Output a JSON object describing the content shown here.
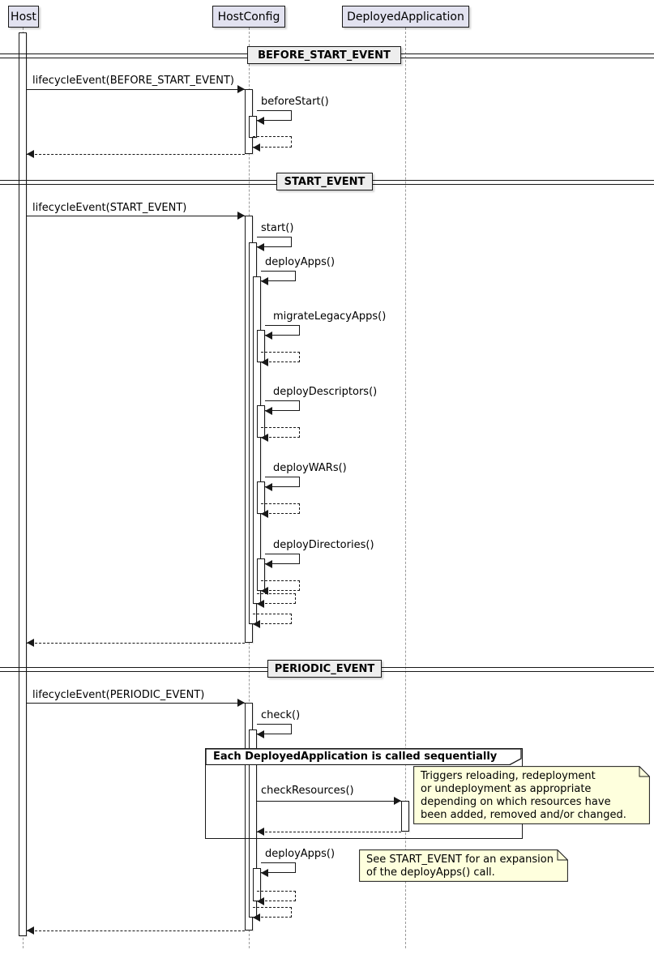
{
  "diagram": {
    "type": "uml-sequence",
    "participants": [
      {
        "name": "Host"
      },
      {
        "name": "HostConfig"
      },
      {
        "name": "DeployedApplication"
      }
    ],
    "dividers": [
      {
        "title": "BEFORE_START_EVENT"
      },
      {
        "title": "START_EVENT"
      },
      {
        "title": "PERIODIC_EVENT"
      }
    ],
    "messages": {
      "lifecycle_before_start": "lifecycleEvent(BEFORE_START_EVENT)",
      "before_start": "beforeStart()",
      "lifecycle_start": "lifecycleEvent(START_EVENT)",
      "start": "start()",
      "deploy_apps": "deployApps()",
      "migrate_legacy_apps": "migrateLegacyApps()",
      "deploy_descriptors": "deployDescriptors()",
      "deploy_wars": "deployWARs()",
      "deploy_directories": "deployDirectories()",
      "lifecycle_periodic": "lifecycleEvent(PERIODIC_EVENT)",
      "check": "check()",
      "check_resources": "checkResources()",
      "deploy_apps_periodic": "deployApps()"
    },
    "group": {
      "title": "Each DeployedApplication is called sequentially"
    },
    "notes": {
      "check_resources": {
        "lines": [
          "Triggers reloading, redeployment",
          "or undeployment as appropriate",
          "depending on which resources have",
          "been added, removed and/or changed."
        ]
      },
      "deploy_apps": {
        "lines": [
          "See START_EVENT for an expansion",
          "of the deployApps() call."
        ]
      }
    },
    "colors": {
      "participant_fill": "#E2E2F0",
      "note_fill": "#FEFFDD",
      "divider_fill": "#EEEEEE",
      "line": "#181818"
    }
  }
}
